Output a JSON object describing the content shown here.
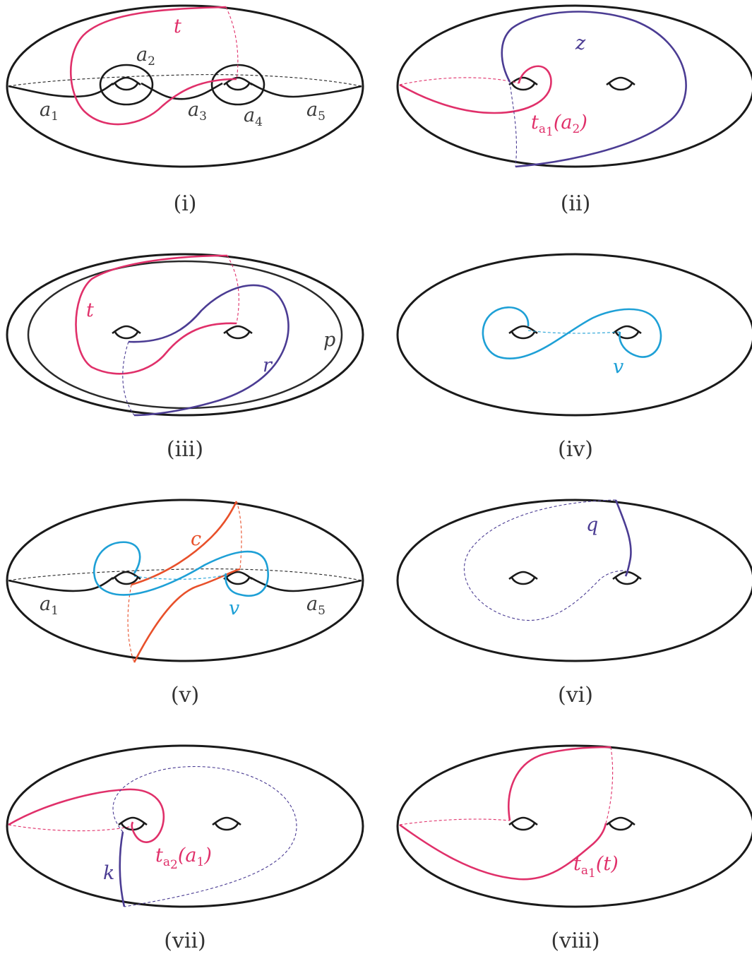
{
  "captions": {
    "i": "(i)",
    "ii": "(ii)",
    "iii": "(iii)",
    "iv": "(iv)",
    "v": "(v)",
    "vi": "(vi)",
    "vii": "(vii)",
    "viii": "(viii)"
  },
  "labels": {
    "p1_t": "t",
    "p1_a2": "a",
    "p1_a2_sub": "2",
    "p1_a1": "a",
    "p1_a1_sub": "1",
    "p1_a3": "a",
    "p1_a3_sub": "3",
    "p1_a4": "a",
    "p1_a4_sub": "4",
    "p1_a5": "a",
    "p1_a5_sub": "5",
    "p2_z": "z",
    "p2_t": "t",
    "p2_t_sub": "a",
    "p2_t_subsub": "1",
    "p2_t_arg_open": "(",
    "p2_t_arg": "a",
    "p2_t_arg_sub": "2",
    "p2_t_arg_close": ")",
    "p3_t": "t",
    "p3_r": "r",
    "p3_p": "p",
    "p4_v": "v",
    "p5_c": "c",
    "p5_v": "v",
    "p5_a1": "a",
    "p5_a1_sub": "1",
    "p5_a5": "a",
    "p5_a5_sub": "5",
    "p6_q": "q",
    "p7_k": "k",
    "p7_t": "t",
    "p7_t_sub": "a",
    "p7_t_subsub": "2",
    "p7_t_arg_open": "(",
    "p7_t_arg": "a",
    "p7_t_arg_sub": "1",
    "p7_t_arg_close": ")",
    "p8_t": "t",
    "p8_t_sub": "a",
    "p8_t_subsub": "1",
    "p8_t_arg": "(t)"
  },
  "colors": {
    "surface": "#1a1a1a",
    "pink": "#e0306a",
    "purple": "#4b3c93",
    "cyan": "#1ea0d6",
    "orange": "#e8502a",
    "label_gray": "#3a3a3a"
  }
}
